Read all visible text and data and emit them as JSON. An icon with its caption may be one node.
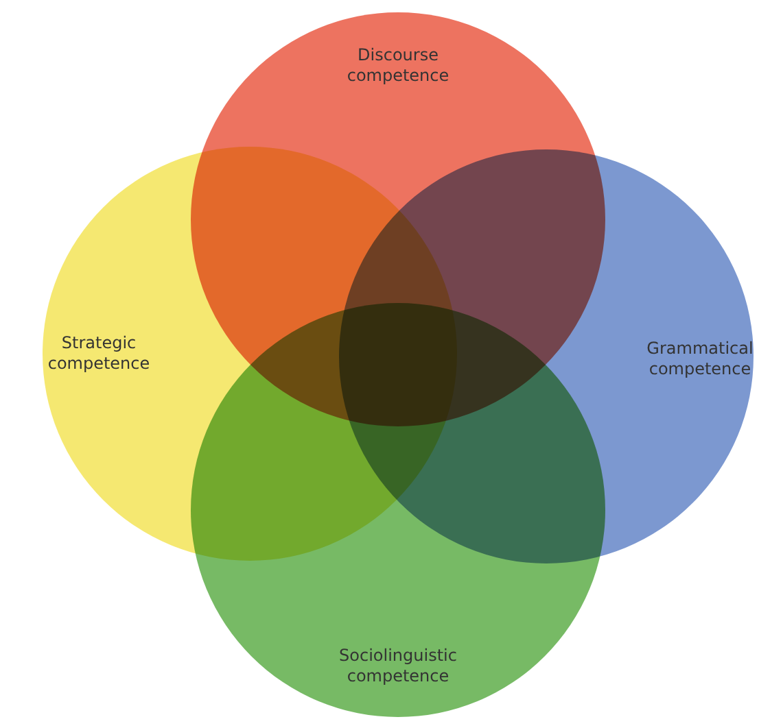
{
  "diagram": {
    "nodes": [
      {
        "text": [
          "Discourse competence"
        ]
      },
      {
        "text": [
          "Strategic competence"
        ]
      },
      {
        "text": [
          "Grammatical competence"
        ]
      },
      {
        "text": [
          "Sociolinguistic competence"
        ]
      }
    ],
    "edges": []
  }
}
